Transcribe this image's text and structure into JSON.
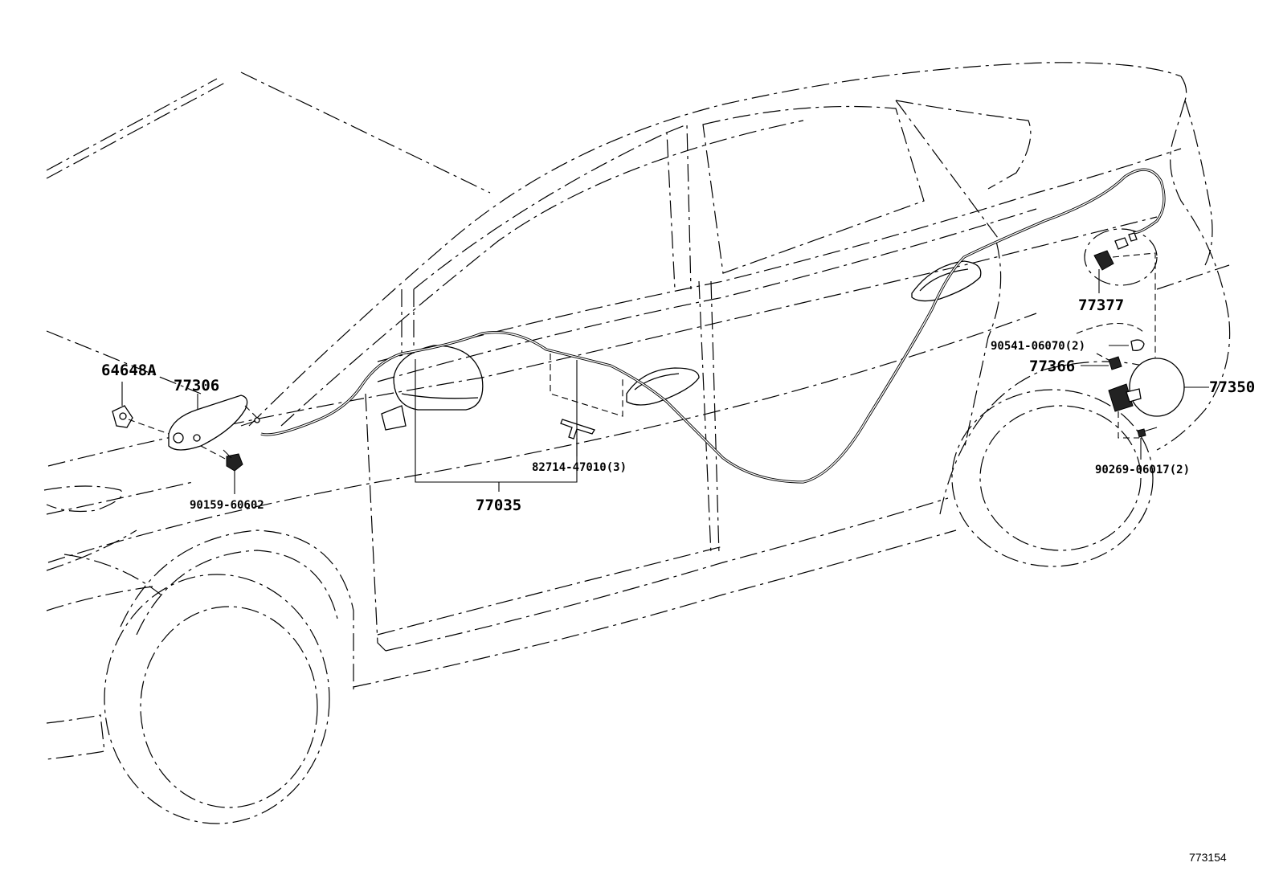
{
  "diagram": {
    "parts": [
      {
        "id": "label-64648A",
        "text": "64648A"
      },
      {
        "id": "label-77306",
        "text": "77306"
      },
      {
        "id": "label-90159-60602",
        "text": "90159-60602"
      },
      {
        "id": "label-77035",
        "text": "77035"
      },
      {
        "id": "label-82714-47010",
        "text": "82714-47010(3)"
      },
      {
        "id": "label-77377",
        "text": "77377"
      },
      {
        "id": "label-90541-06070",
        "text": "90541-06070(2)"
      },
      {
        "id": "label-77366",
        "text": "77366"
      },
      {
        "id": "label-77350",
        "text": "77350"
      },
      {
        "id": "label-90269-06017",
        "text": "90269-06017(2)"
      }
    ],
    "diagram_id": "773154"
  }
}
